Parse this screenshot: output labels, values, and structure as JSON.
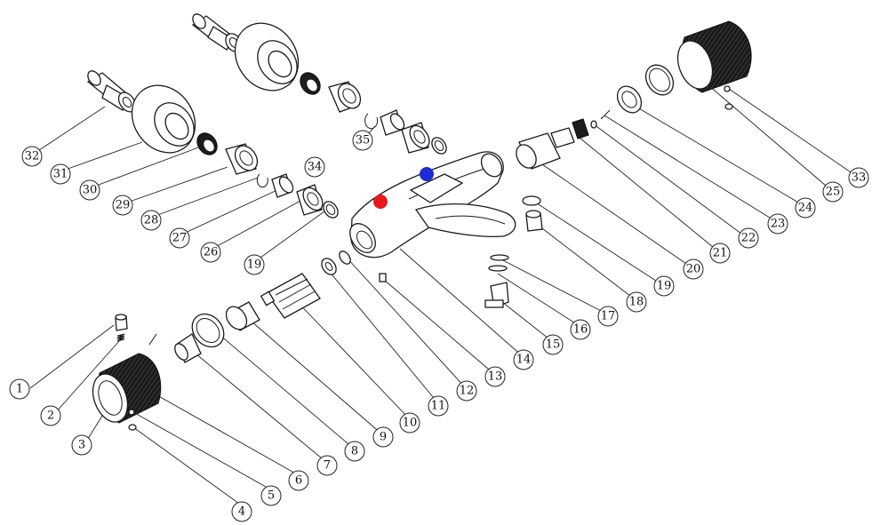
{
  "colors": {
    "hot_indicator": "#e8171b",
    "cold_indicator": "#1b2bd6",
    "line": "#1a1a1a"
  },
  "callouts": [
    {
      "id": "c1",
      "label": "1"
    },
    {
      "id": "c2",
      "label": "2"
    },
    {
      "id": "c3",
      "label": "3"
    },
    {
      "id": "c4",
      "label": "4"
    },
    {
      "id": "c5",
      "label": "5"
    },
    {
      "id": "c6",
      "label": "6"
    },
    {
      "id": "c7",
      "label": "7"
    },
    {
      "id": "c8",
      "label": "8"
    },
    {
      "id": "c9",
      "label": "9"
    },
    {
      "id": "c10",
      "label": "10"
    },
    {
      "id": "c11",
      "label": "11"
    },
    {
      "id": "c12",
      "label": "12"
    },
    {
      "id": "c13",
      "label": "13"
    },
    {
      "id": "c14",
      "label": "14"
    },
    {
      "id": "c15",
      "label": "15"
    },
    {
      "id": "c16",
      "label": "16"
    },
    {
      "id": "c17",
      "label": "17"
    },
    {
      "id": "c18",
      "label": "18"
    },
    {
      "id": "c19a",
      "label": "19"
    },
    {
      "id": "c19b",
      "label": "19"
    },
    {
      "id": "c20",
      "label": "20"
    },
    {
      "id": "c21",
      "label": "21"
    },
    {
      "id": "c22",
      "label": "22"
    },
    {
      "id": "c23",
      "label": "23"
    },
    {
      "id": "c24",
      "label": "24"
    },
    {
      "id": "c25",
      "label": "25"
    },
    {
      "id": "c26",
      "label": "26"
    },
    {
      "id": "c27",
      "label": "27"
    },
    {
      "id": "c28",
      "label": "28"
    },
    {
      "id": "c29",
      "label": "29"
    },
    {
      "id": "c30",
      "label": "30"
    },
    {
      "id": "c31",
      "label": "31"
    },
    {
      "id": "c32",
      "label": "32"
    },
    {
      "id": "c33",
      "label": "33"
    },
    {
      "id": "c34",
      "label": "34"
    },
    {
      "id": "c35",
      "label": "35"
    }
  ]
}
